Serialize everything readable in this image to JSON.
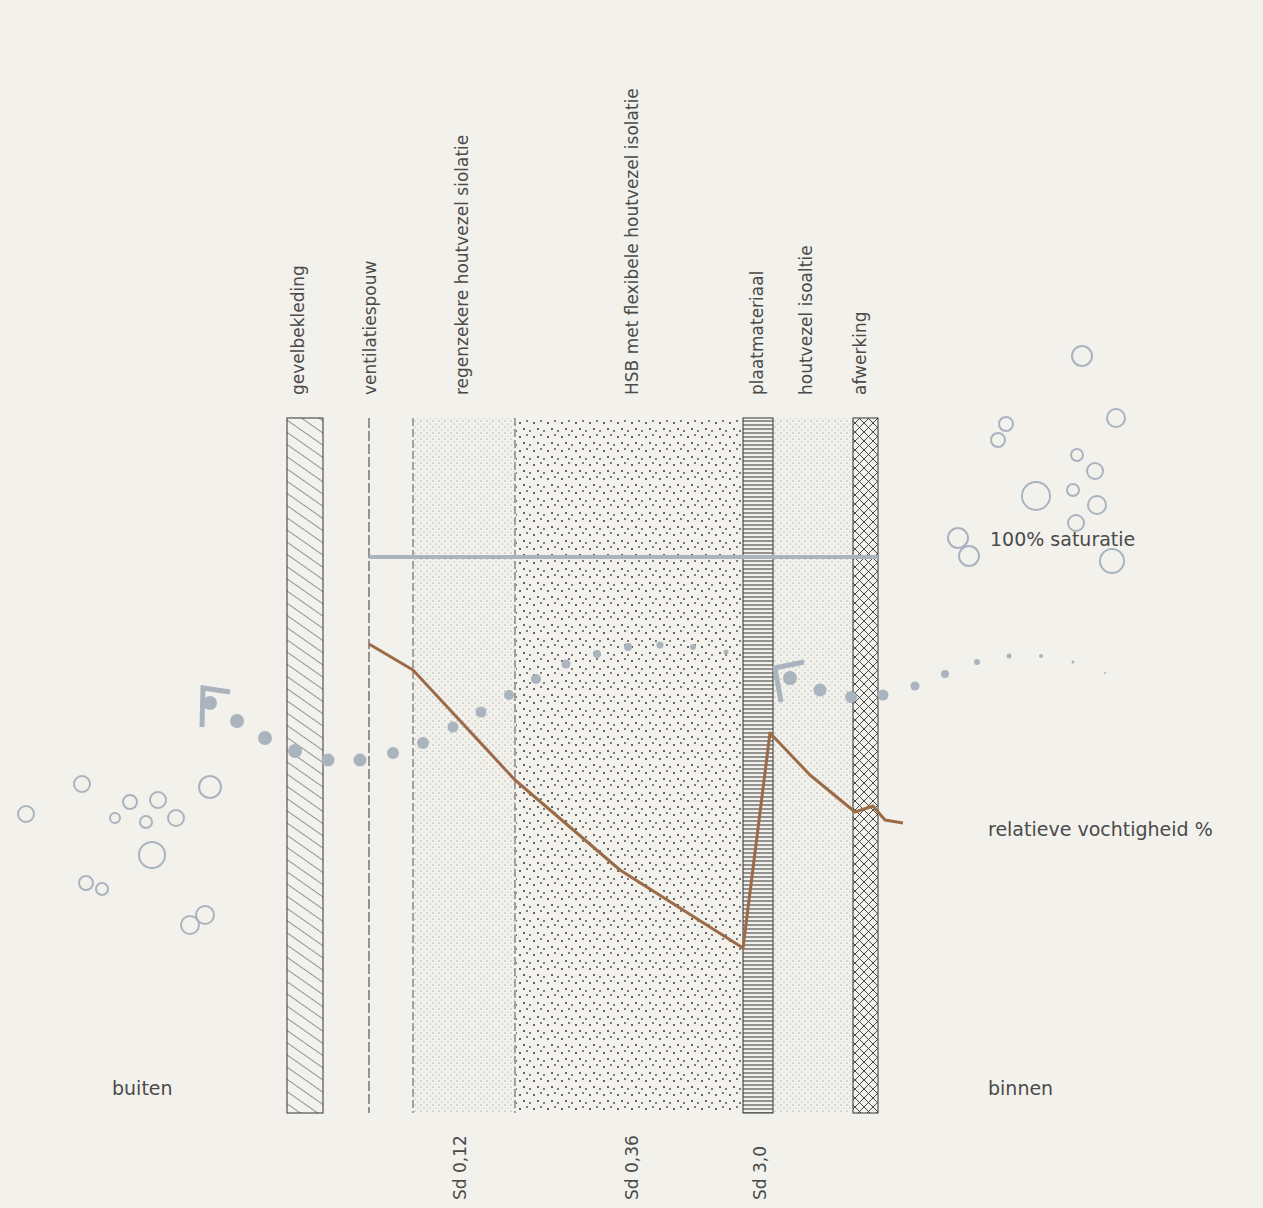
{
  "diagram": {
    "labels": [
      "gevelbekleding",
      "ventilatiespouw",
      "regenzekere houtvezel siolatie",
      "HSB met flexibele houtvezel isolatie",
      "plaatmateriaal",
      "houtvezel isoaltie",
      "afwerking",
      "100% saturatie",
      "relatieve vochtigheid %",
      "buiten",
      "binnen",
      "Sd 0,12",
      "Sd 0,36",
      "Sd 3,0"
    ]
  }
}
